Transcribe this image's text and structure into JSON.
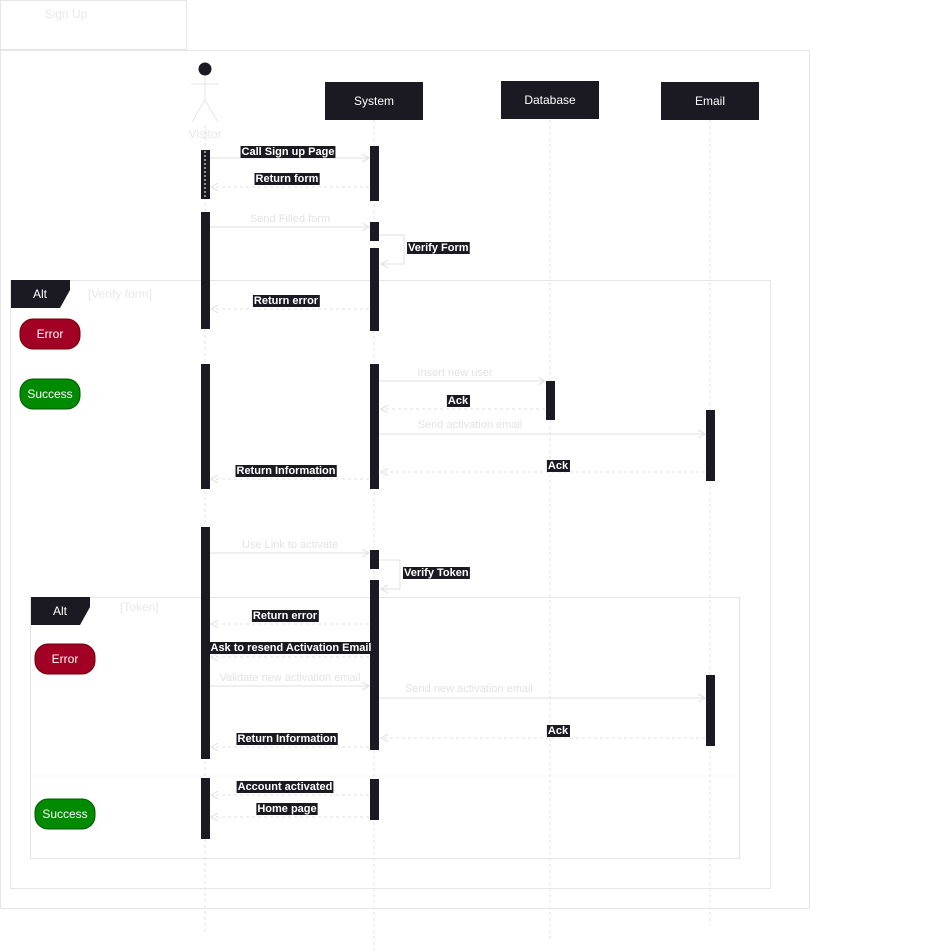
{
  "frame_title": "Sign Up",
  "participants": {
    "visitor": "Visitor",
    "system": "System",
    "database": "Database",
    "email": "Email"
  },
  "messages": {
    "call_signup": "Call Sign up Page",
    "return_form": "Return form",
    "send_filled_form": "Send Filled form",
    "verify_form": "Verify Form",
    "return_error_1": "Return  error",
    "insert_user": "Insert new user",
    "ack_db": "Ack",
    "send_activation": "Send activation email",
    "ack_email_1": "Ack",
    "return_info_1": "Return Information",
    "use_link": "Use Link to activate",
    "verify_token": "Verify Token",
    "return_error_2": "Return  error",
    "ask_resend": "Ask to resend  Activation Email",
    "validate_new": "Validate new activation email",
    "send_new_activation": "Send new activation email",
    "ack_email_2": "Ack",
    "return_info_2": "Return Information",
    "account_activated": "Account activated",
    "home_page": "Home page"
  },
  "fragments": {
    "alt1": {
      "tag": "Alt",
      "guard": "[Verify form]"
    },
    "alt2": {
      "tag": "Alt",
      "guard": "[Token]"
    }
  },
  "badges": {
    "error_1": "Error",
    "success_1": "Success",
    "error_2": "Error",
    "success_2": "Success"
  },
  "colors": {
    "dark": "#1b1a23",
    "error": "#a20025",
    "success": "#008a00",
    "line": "#e6e6e6"
  }
}
